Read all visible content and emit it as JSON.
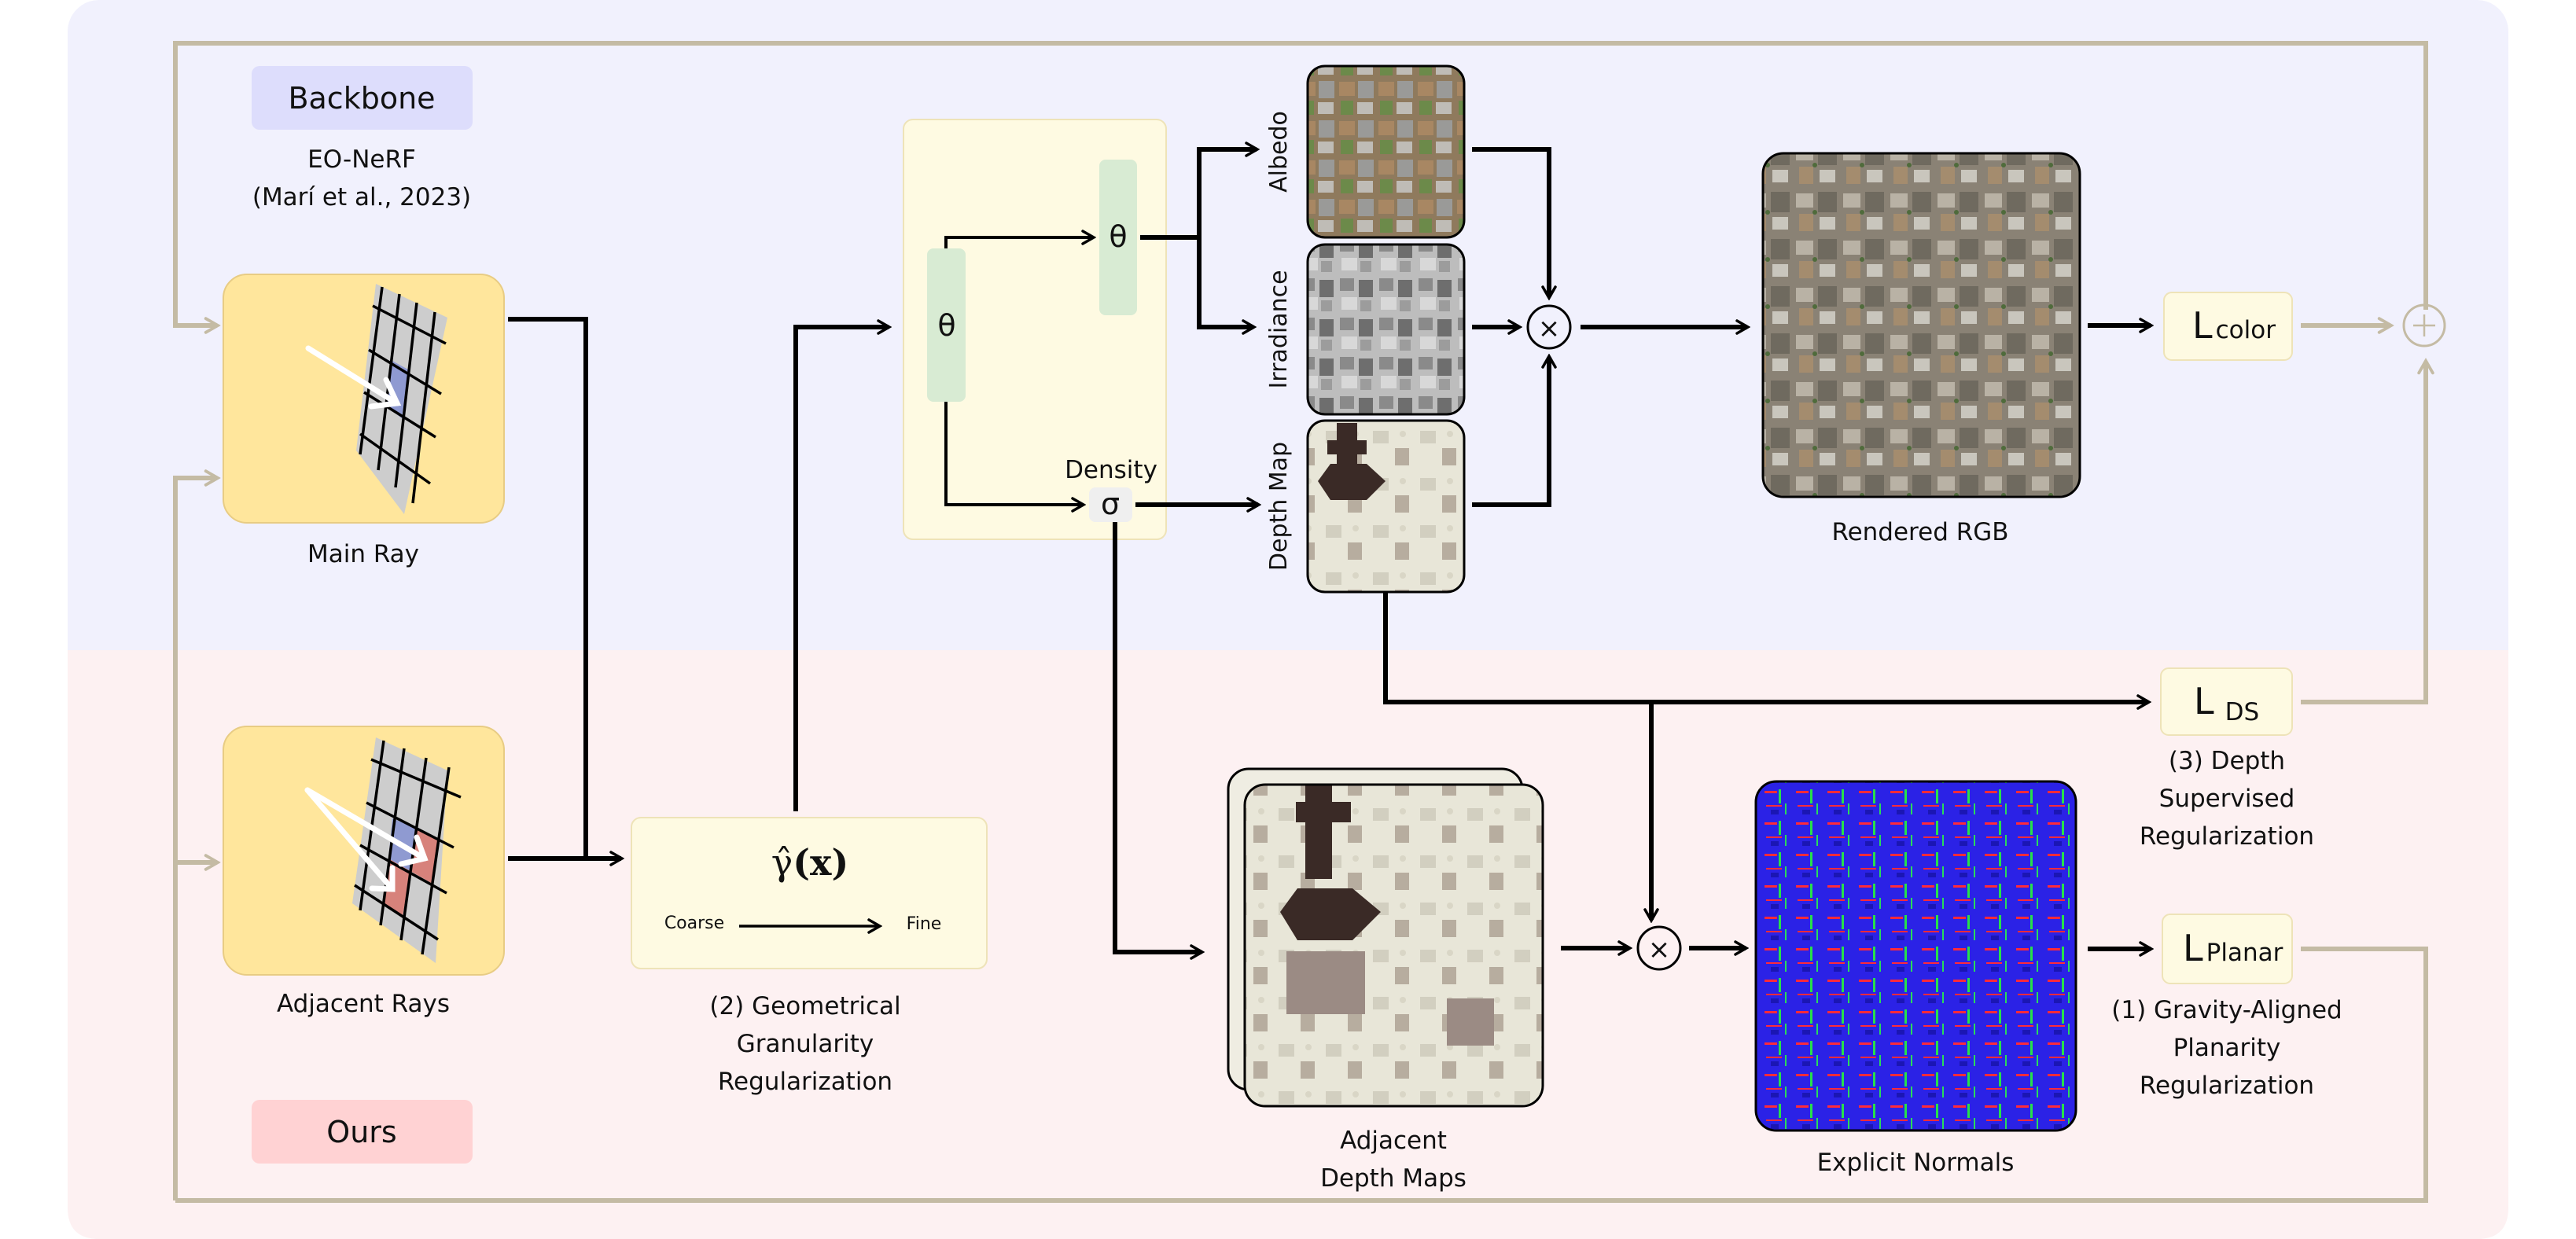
{
  "tags": {
    "backbone": "Backbone",
    "ours": "Ours"
  },
  "backbone_ref": {
    "line1": "EO-NeRF",
    "line2": "(Marí et al., 2023)"
  },
  "inputs": {
    "main_ray": "Main Ray",
    "adjacent_rays": "Adjacent Rays"
  },
  "encoding": {
    "formula_symbol": "γ̂",
    "formula_arg": "(x)",
    "coarse": "Coarse",
    "fine": "Fine",
    "caption": [
      "(2) Geometrical",
      "Granularity",
      "Regularization"
    ]
  },
  "network": {
    "theta_1": "θ",
    "theta_2": "θ",
    "sigma": "σ",
    "density_label": "Density"
  },
  "outputs": {
    "albedo": "Albedo",
    "irradiance": "Irradiance",
    "depth_map": "Depth Map",
    "rendered_rgb": "Rendered RGB",
    "adjacent_depth": [
      "Adjacent",
      "Depth Maps"
    ],
    "explicit_normals": "Explicit Normals"
  },
  "operators": {
    "multiply": "×",
    "sum": "+"
  },
  "losses": {
    "color": {
      "main": "L",
      "sub": "color"
    },
    "ds": {
      "main": "L",
      "sub": "DS",
      "caption": [
        "(3) Depth",
        "Supervised",
        "Regularization"
      ]
    },
    "planar": {
      "main": "L",
      "sub": "Planar",
      "caption": [
        "(1) Gravity-Aligned",
        "Planarity",
        "Regularization"
      ]
    }
  },
  "colors": {
    "backbone_bg": "#F1F1FD",
    "ours_bg": "#FDF1F2",
    "loop_gray": "#C4BBA4",
    "ray_box": "#FFE69C",
    "module_box": "#FEFAE2",
    "theta_green": "#D8EBD3",
    "backbone_tag": "#DDDDFC",
    "ours_tag": "#FFD2D3",
    "highlight_blue": "#8F9AD1",
    "highlight_red": "#D7827B"
  }
}
